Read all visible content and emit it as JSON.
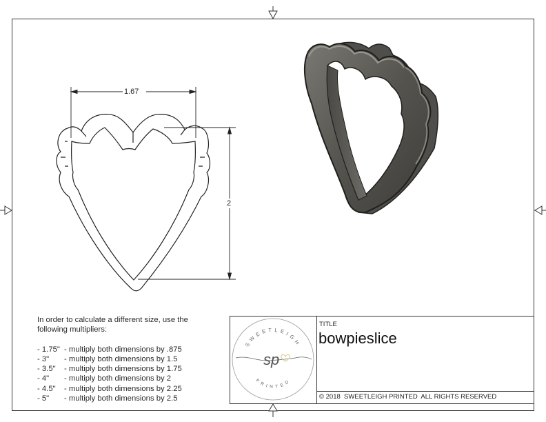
{
  "drawing": {
    "dimension_width": "1.67",
    "dimension_height": "2"
  },
  "notes": {
    "intro": "In order to calculate a different size, use the following multipliers:",
    "multipliers": [
      {
        "size": "- 1.75\"",
        "text": "- multiply both dimensions by .875"
      },
      {
        "size": "- 3\"",
        "text": "- multiply both dimensions by 1.5"
      },
      {
        "size": "- 3.5\"",
        "text": "- multiply both dimensions by 1.75"
      },
      {
        "size": "- 4\"",
        "text": "- multiply both dimensions by 2"
      },
      {
        "size": "- 4.5\"",
        "text": "- multiply both dimensions by 2.25"
      },
      {
        "size": "- 5\"",
        "text": "- multiply both dimensions by 2.5"
      }
    ]
  },
  "title_block": {
    "title_label": "TITLE",
    "title_value": "bowpieslice",
    "copyright": "© 2018  SWEETLEIGH PRINTED  ALL RIGHTS RESERVED"
  },
  "logo": {
    "top_text": "SWEETLEIGH",
    "monogram": "sp",
    "bottom_text": "PRINTED",
    "accent_color": "#e8d9a8"
  },
  "colors": {
    "line": "#333333",
    "cutter_body": "#5c5a55",
    "cutter_dark": "#3a3935",
    "cutter_light": "#8a8880"
  }
}
